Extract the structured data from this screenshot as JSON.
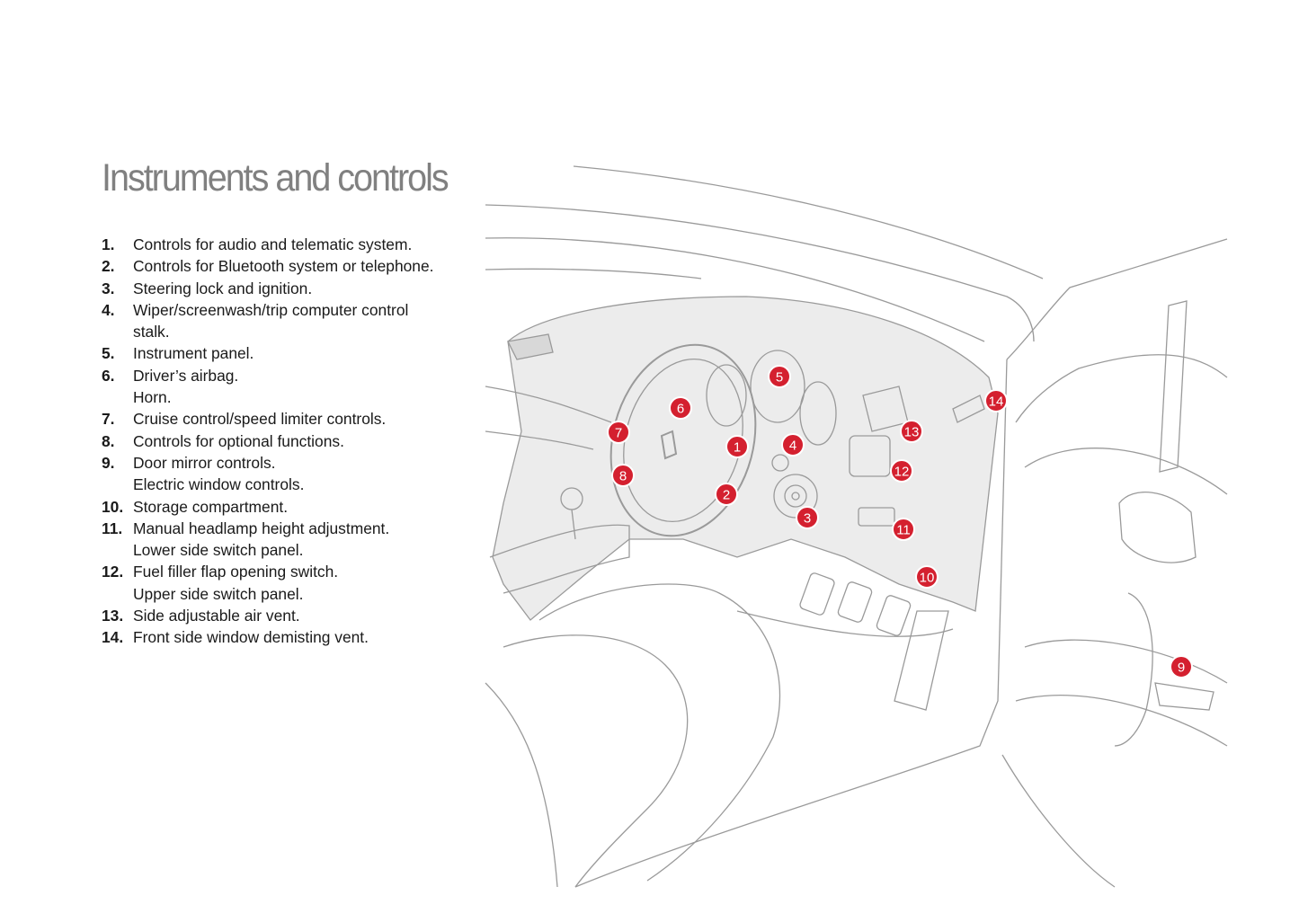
{
  "title": "Instruments and controls",
  "items": [
    {
      "num": "1.",
      "lines": [
        "Controls for audio and telematic system."
      ]
    },
    {
      "num": "2.",
      "lines": [
        "Controls for Bluetooth system or telephone."
      ]
    },
    {
      "num": "3.",
      "lines": [
        "Steering lock and ignition."
      ]
    },
    {
      "num": "4.",
      "lines": [
        "Wiper/screenwash/trip computer control",
        "stalk."
      ]
    },
    {
      "num": "5.",
      "lines": [
        "Instrument panel."
      ]
    },
    {
      "num": "6.",
      "lines": [
        "Driver’s airbag.",
        "Horn."
      ]
    },
    {
      "num": "7.",
      "lines": [
        "Cruise control/speed limiter controls."
      ]
    },
    {
      "num": "8.",
      "lines": [
        "Controls for optional functions."
      ]
    },
    {
      "num": "9.",
      "lines": [
        "Door mirror controls.",
        "Electric window controls."
      ]
    },
    {
      "num": "10.",
      "lines": [
        "Storage compartment."
      ]
    },
    {
      "num": "11.",
      "lines": [
        "Manual headlamp height adjustment.",
        "Lower side switch panel."
      ]
    },
    {
      "num": "12.",
      "lines": [
        "Fuel filler flap opening switch.",
        "Upper side switch panel."
      ]
    },
    {
      "num": "13.",
      "lines": [
        "Side adjustable air vent."
      ]
    },
    {
      "num": "14.",
      "lines": [
        "Front side window demisting vent."
      ]
    }
  ],
  "callouts": [
    "1",
    "2",
    "3",
    "4",
    "5",
    "6",
    "7",
    "8",
    "9",
    "10",
    "11",
    "12",
    "13",
    "14"
  ],
  "colors": {
    "callout": "#d4202f",
    "title": "#808080",
    "dash": "#e6e6e6"
  }
}
